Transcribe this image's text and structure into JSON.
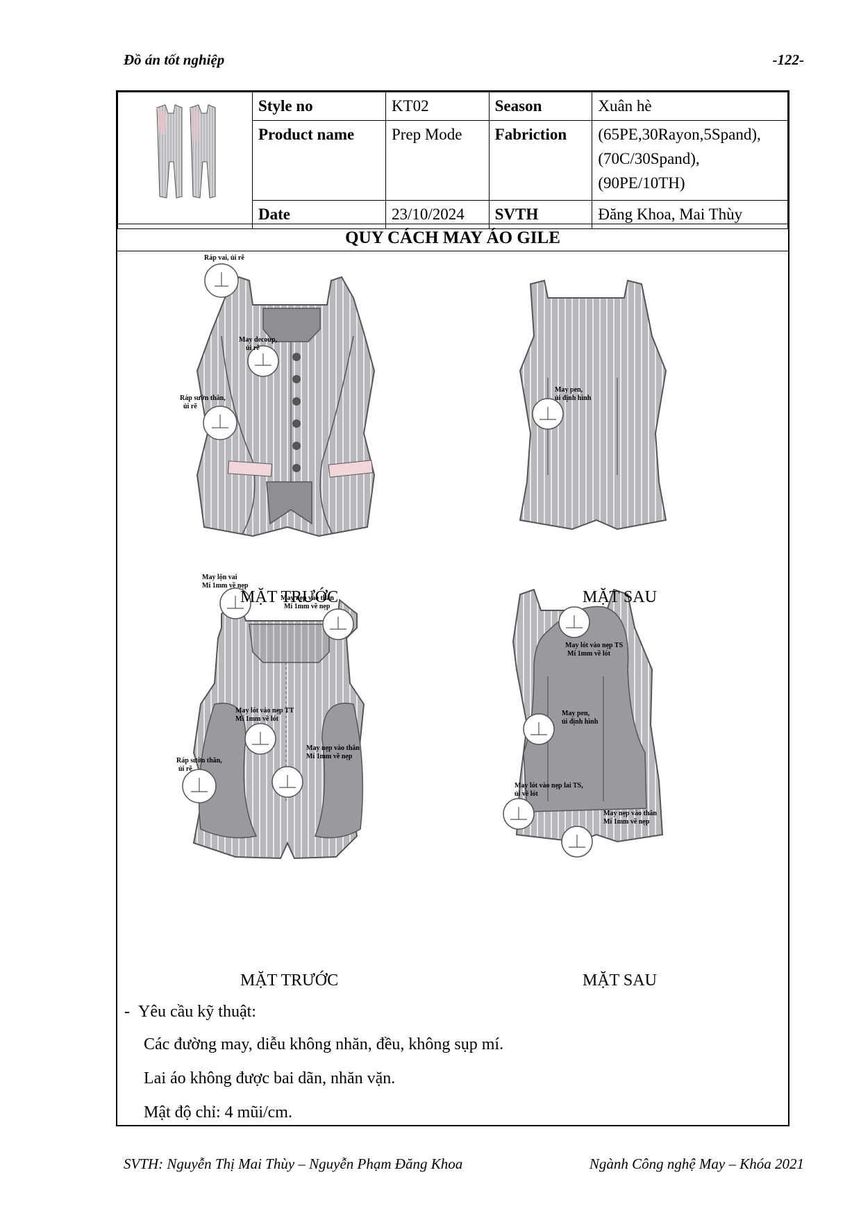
{
  "header": {
    "left": "Đồ án tốt nghiệp",
    "right": "-122-"
  },
  "info_table": {
    "style_no_label": "Style no",
    "style_no_value": "KT02",
    "season_label": "Season",
    "season_value": "Xuân hè",
    "product_name_label": "Product name",
    "product_name_value": "Prep Mode",
    "fabrication_label": "Fabriction",
    "fabrication_value": [
      "(65PE,30Rayon,5Spand),",
      "(70C/30Spand),",
      "(90PE/10TH)"
    ],
    "date_label": "Date",
    "date_value": "23/10/2024",
    "svth_label": "SVTH",
    "svth_value": "Đăng Khoa, Mai Thùy"
  },
  "section_title": "QUY CÁCH MAY ÁO GILE",
  "figures": {
    "top_front_label": "MẶT TRƯỚC",
    "top_back_label": "MẶT SAU",
    "bottom_front_label": "MẶT TRƯỚC",
    "bottom_back_label": "MẶT SAU",
    "callouts": {
      "rap_vai": "Ráp vai, ủi rẽ",
      "may_decoup": [
        "May decoup,",
        "ủi rẽ"
      ],
      "rap_suon": [
        "Ráp sườn thân,",
        "ủi rẽ"
      ],
      "may_pen": [
        "May pen,",
        "ủi định hình"
      ],
      "may_lon_vai": [
        "May lộn vai",
        "Mí 1mm về nẹp"
      ],
      "may_nep_than_1": [
        "May nẹp vào thân",
        "Mí 1mm về nẹp"
      ],
      "may_lot_nep_tt": [
        "May lót vào nẹp TT",
        "Mí 1mm về lót"
      ],
      "rap_suon_2": [
        "Ráp sườn thân,",
        "ủi rẽ"
      ],
      "may_nep_than_2": [
        "May nẹp vào thân",
        "Mí 1mm về nẹp"
      ],
      "may_lot_nep_ts": [
        "May lót vào nẹp TS",
        "Mí 1mm về lót"
      ],
      "may_pen_2": [
        "May pen,",
        "ủi định hình"
      ],
      "may_lot_lai_ts": [
        "May lót vào nẹp lai TS,",
        "ủi về lót"
      ],
      "may_nep_than_3": [
        "May nẹp vào thân",
        "Mí 1mm về nẹp"
      ]
    }
  },
  "requirements": {
    "heading": "Yêu cầu kỹ thuật:",
    "bullet": "-",
    "items": [
      "Các đường may, diễu không nhăn, đều, không sụp mí.",
      "Lai áo không được bai dãn, nhăn vặn.",
      "Mật độ chỉ: 4 mũi/cm."
    ]
  },
  "footer": {
    "left": "SVTH: Nguyễn Thị Mai Thùy – Nguyễn Phạm Đăng Khoa",
    "right": "Ngành Công nghệ May – Khóa 2021"
  },
  "colors": {
    "fabric": "#b8b8bc",
    "lining": "#9a9a9e",
    "pocket": "#f3d6dc",
    "stripe": "#ffffff"
  }
}
